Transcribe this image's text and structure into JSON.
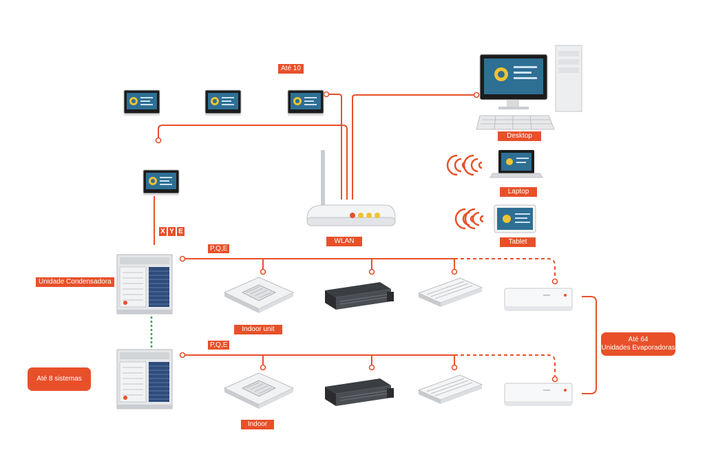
{
  "labels": {
    "ate10": "Até 10",
    "desktop": "Desktop",
    "laptop": "Laptop",
    "tablet": "Tablet",
    "wlan": "WLAN",
    "xye": [
      "X",
      "Y",
      "E"
    ],
    "pqe_top": "P,Q,E",
    "pqe_bottom": "P,Q,E",
    "condensadora": "Unidade Condensadora",
    "indoor_unit": "Indoor unit",
    "indoor": "Indoor",
    "ate8": "Até 8 sistemas",
    "ate64_line1": "Até 64",
    "ate64_line2": "Unidades Evaporadoras"
  },
  "colors": {
    "accent": "#e8502a",
    "wire": "#e8502a",
    "link": "#2ea84a"
  },
  "icons": {
    "controller": "touch-controller-icon",
    "router": "wifi-router-icon",
    "desktop": "desktop-computer-icon",
    "laptop": "laptop-icon",
    "tablet": "tablet-icon",
    "wifi": "wifi-signal-icon",
    "outdoor": "outdoor-condenser-unit-icon",
    "cassette": "cassette-ac-icon",
    "duct": "duct-ac-icon",
    "ceiling": "ceiling-ac-icon",
    "wall": "wall-split-ac-icon"
  }
}
